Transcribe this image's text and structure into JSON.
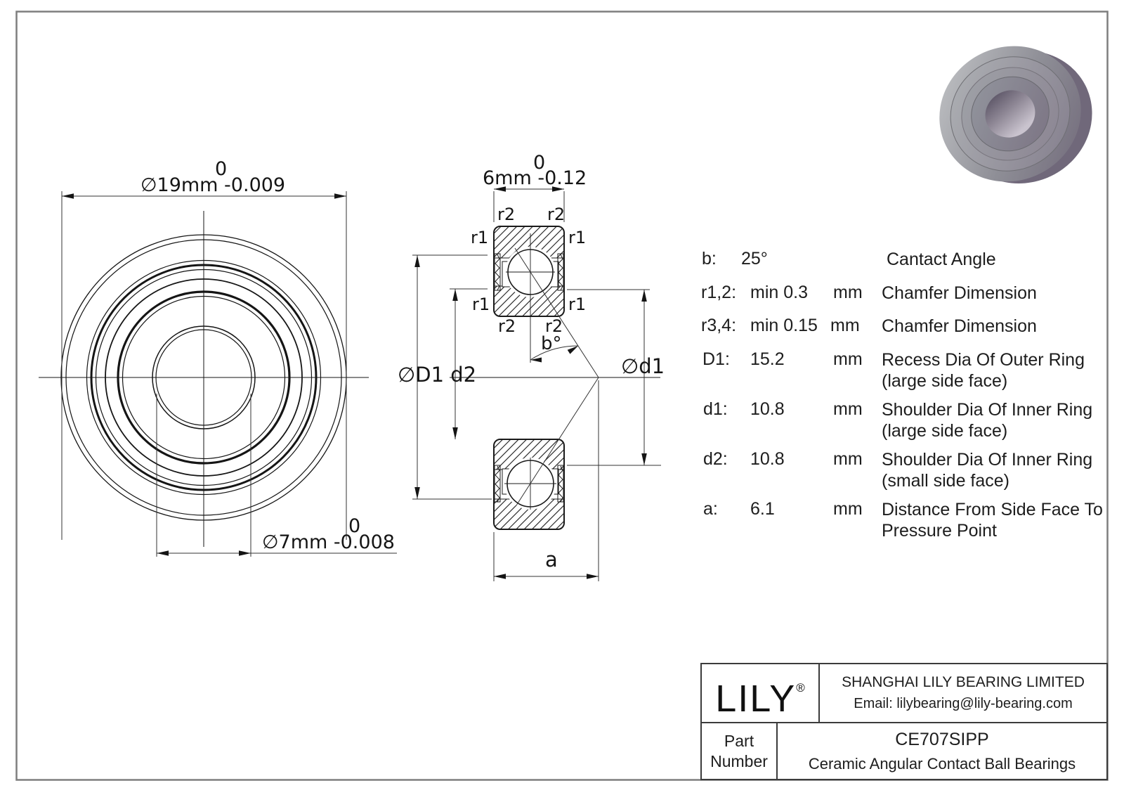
{
  "drawing": {
    "dims": {
      "outer_dia": {
        "tol_top": "0",
        "text": "∅19mm -0.009"
      },
      "bore_dia": {
        "tol_top": "0",
        "text": "∅7mm -0.008"
      },
      "width": {
        "tol_top": "0",
        "text": "6mm -0.12"
      }
    },
    "labels": {
      "r1": "r1",
      "r2": "r2",
      "contact_angle": "b°",
      "D1_d2": "∅D1 d2",
      "d1": "∅d1",
      "a": "a"
    }
  },
  "specs": {
    "rows": [
      {
        "label": "b:",
        "value": "25°",
        "unit": "",
        "desc1": "Cantact Angle",
        "desc2": ""
      },
      {
        "label": "r1,2:",
        "value": "min 0.3",
        "unit": "mm",
        "desc1": "Chamfer Dimension",
        "desc2": ""
      },
      {
        "label": "r3,4:",
        "value": "min 0.15",
        "unit": "mm",
        "desc1": "Chamfer Dimension",
        "desc2": ""
      },
      {
        "label": "D1:",
        "value": "15.2",
        "unit": "mm",
        "desc1": "Recess Dia Of Outer Ring",
        "desc2": "(large side face)"
      },
      {
        "label": "d1:",
        "value": "10.8",
        "unit": "mm",
        "desc1": "Shoulder Dia Of Inner Ring",
        "desc2": "(large side face)"
      },
      {
        "label": "d2:",
        "value": "10.8",
        "unit": "mm",
        "desc1": "Shoulder Dia Of Inner Ring",
        "desc2": "(small side face)"
      },
      {
        "label": "a:",
        "value": "6.1",
        "unit": "mm",
        "desc1": "Distance From Side Face To",
        "desc2": "Pressure Point"
      }
    ]
  },
  "title_block": {
    "logo": "LILY",
    "registered": "®",
    "company": "SHANGHAI LILY BEARING LIMITED",
    "email": "Email: lilybearing@lily-bearing.com",
    "part_label_line1": "Part",
    "part_label_line2": "Number",
    "part_number": "CE707SIPP",
    "part_description": "Ceramic Angular Contact Ball Bearings"
  },
  "colors": {
    "line": "#1a1a1a",
    "page_border": "#7e7e7e",
    "block_border": "#3b3b3b"
  }
}
